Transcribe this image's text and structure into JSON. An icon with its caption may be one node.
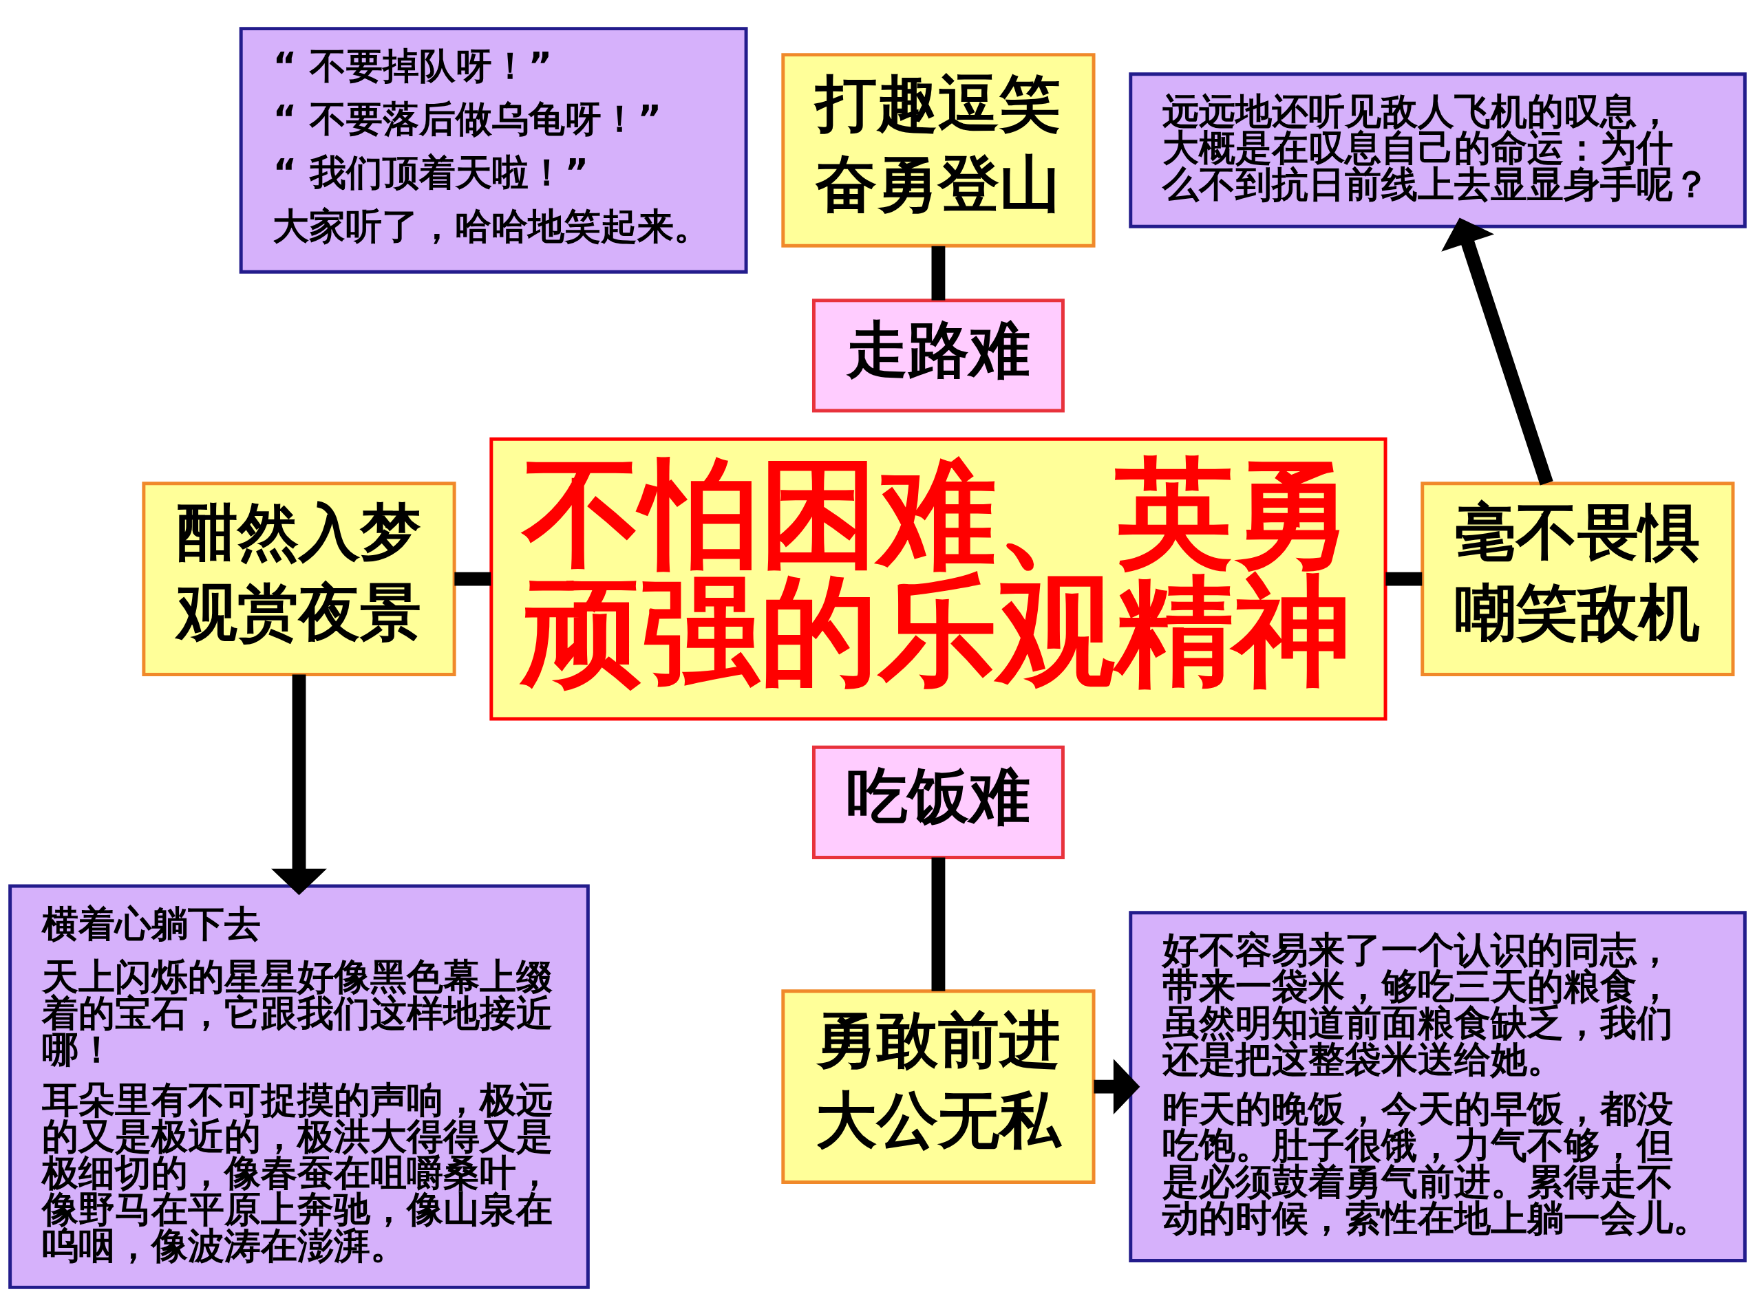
{
  "diagram": {
    "nodes": [
      {
        "text": [
          "“ 不要掉队呀！”",
          "“ 不要落后做乌龟呀！”",
          "“ 我们顶着天啦！”",
          "大家听了，哈哈地笑起来。"
        ]
      },
      {
        "text": [
          "打趣逗笑",
          "奋勇登山"
        ]
      },
      {
        "text": [
          "远远地还听见敌人飞机的叹息，大概是在叹息自己的命运：为什么不到抗日前线上去显显身手呢？"
        ]
      },
      {
        "text": [
          "走路难"
        ]
      },
      {
        "text": [
          "酣然入梦",
          "观赏夜景"
        ]
      },
      {
        "text": [
          "不怕困难、英勇顽强的乐观精神"
        ]
      },
      {
        "text": [
          "毫不畏惧",
          "嘲笑敌机"
        ]
      },
      {
        "text": [
          "横着心躺下去",
          "天上闪烁的星星好像黑色幕上缀着的宝石，它跟我们这样地接近哪！",
          "耳朵里有不可捉摸的声响，极远的又是极近的，极洪大得得又是极细切的，像春蚕在咀嚼桑叶，像野马在平原上奔驰，像山泉在呜咽，像波涛在澎湃。"
        ]
      },
      {
        "text": [
          "吃饭难"
        ]
      },
      {
        "text": [
          "好不容易来了一个认识的同志，带来一袋米，够吃三天的粮食，虽然明知道前面粮食缺乏，我们还是把这整袋米送给她。",
          "昨天的晚饭，今天的早饭，都没吃饱。肚子很饿，力气不够，但是必须鼓着勇气前进。累得走不动的时候，索性在地上躺一会儿。"
        ]
      },
      {
        "text": [
          "勇敢前进",
          "大公无私"
        ]
      }
    ],
    "edges": [
      {
        "from": 1,
        "to": 3,
        "arrow": "none"
      },
      {
        "from": 4,
        "to": 5,
        "arrow": "none"
      },
      {
        "from": 5,
        "to": 6,
        "arrow": "none"
      },
      {
        "from": 4,
        "to": 7,
        "arrow": "to"
      },
      {
        "from": 6,
        "to": 2,
        "arrow": "to"
      },
      {
        "from": 8,
        "to": 10,
        "arrow": "none"
      },
      {
        "from": 10,
        "to": 9,
        "arrow": "to"
      }
    ]
  }
}
